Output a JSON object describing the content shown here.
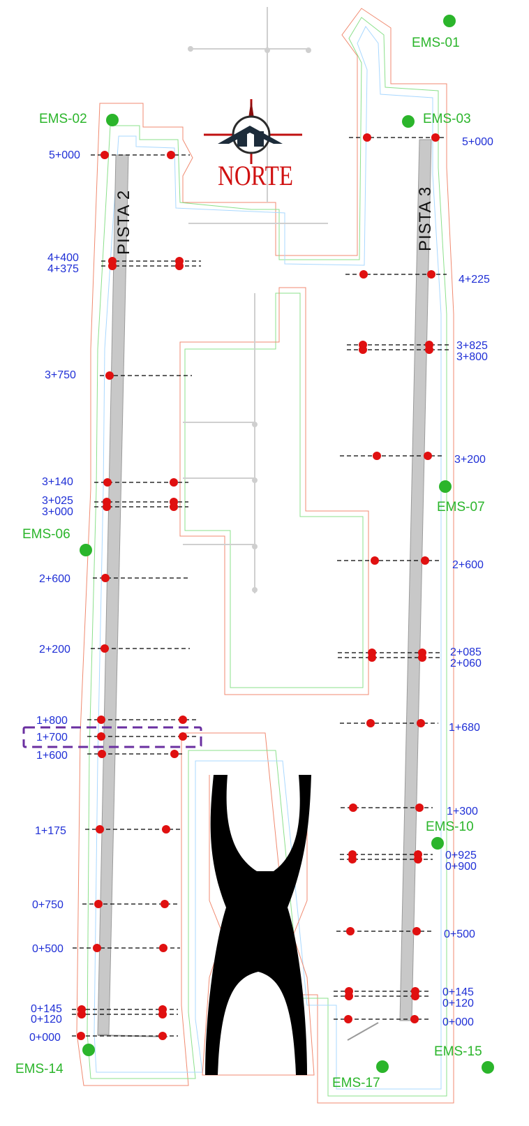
{
  "compass": {
    "label": "NORTE"
  },
  "runways": [
    {
      "id": "pista2",
      "label": "PISTA 2"
    },
    {
      "id": "pista3",
      "label": "PISTA 3"
    }
  ],
  "stations": [
    {
      "id": "ems01",
      "label": "EMS-01"
    },
    {
      "id": "ems02",
      "label": "EMS-02"
    },
    {
      "id": "ems03",
      "label": "EMS-03"
    },
    {
      "id": "ems06",
      "label": "EMS-06"
    },
    {
      "id": "ems07",
      "label": "EMS-07"
    },
    {
      "id": "ems10",
      "label": "EMS-10"
    },
    {
      "id": "ems14",
      "label": "EMS-14"
    },
    {
      "id": "ems15",
      "label": "EMS-15"
    },
    {
      "id": "ems17",
      "label": "EMS-17"
    }
  ],
  "pista2_stations": [
    "5+000",
    "4+400",
    "4+375",
    "3+750",
    "3+140",
    "3+025",
    "3+000",
    "2+600",
    "2+200",
    "1+800",
    "1+700",
    "1+600",
    "1+175",
    "0+750",
    "0+500",
    "0+145",
    "0+120",
    "0+000"
  ],
  "pista3_stations": [
    "5+000",
    "4+225",
    "3+825",
    "3+800",
    "3+200",
    "2+600",
    "2+085",
    "2+060",
    "1+680",
    "1+300",
    "0+925",
    "0+900",
    "0+500",
    "0+145",
    "0+120",
    "0+000"
  ],
  "highlight": {
    "station": "1+700",
    "runway": "PISTA 2",
    "color": "#6a2fa0"
  },
  "colors": {
    "station_text": "#1f2fd6",
    "ems": "#2bb52b",
    "marker": "#e01010",
    "runway": "#bdbdbd"
  }
}
